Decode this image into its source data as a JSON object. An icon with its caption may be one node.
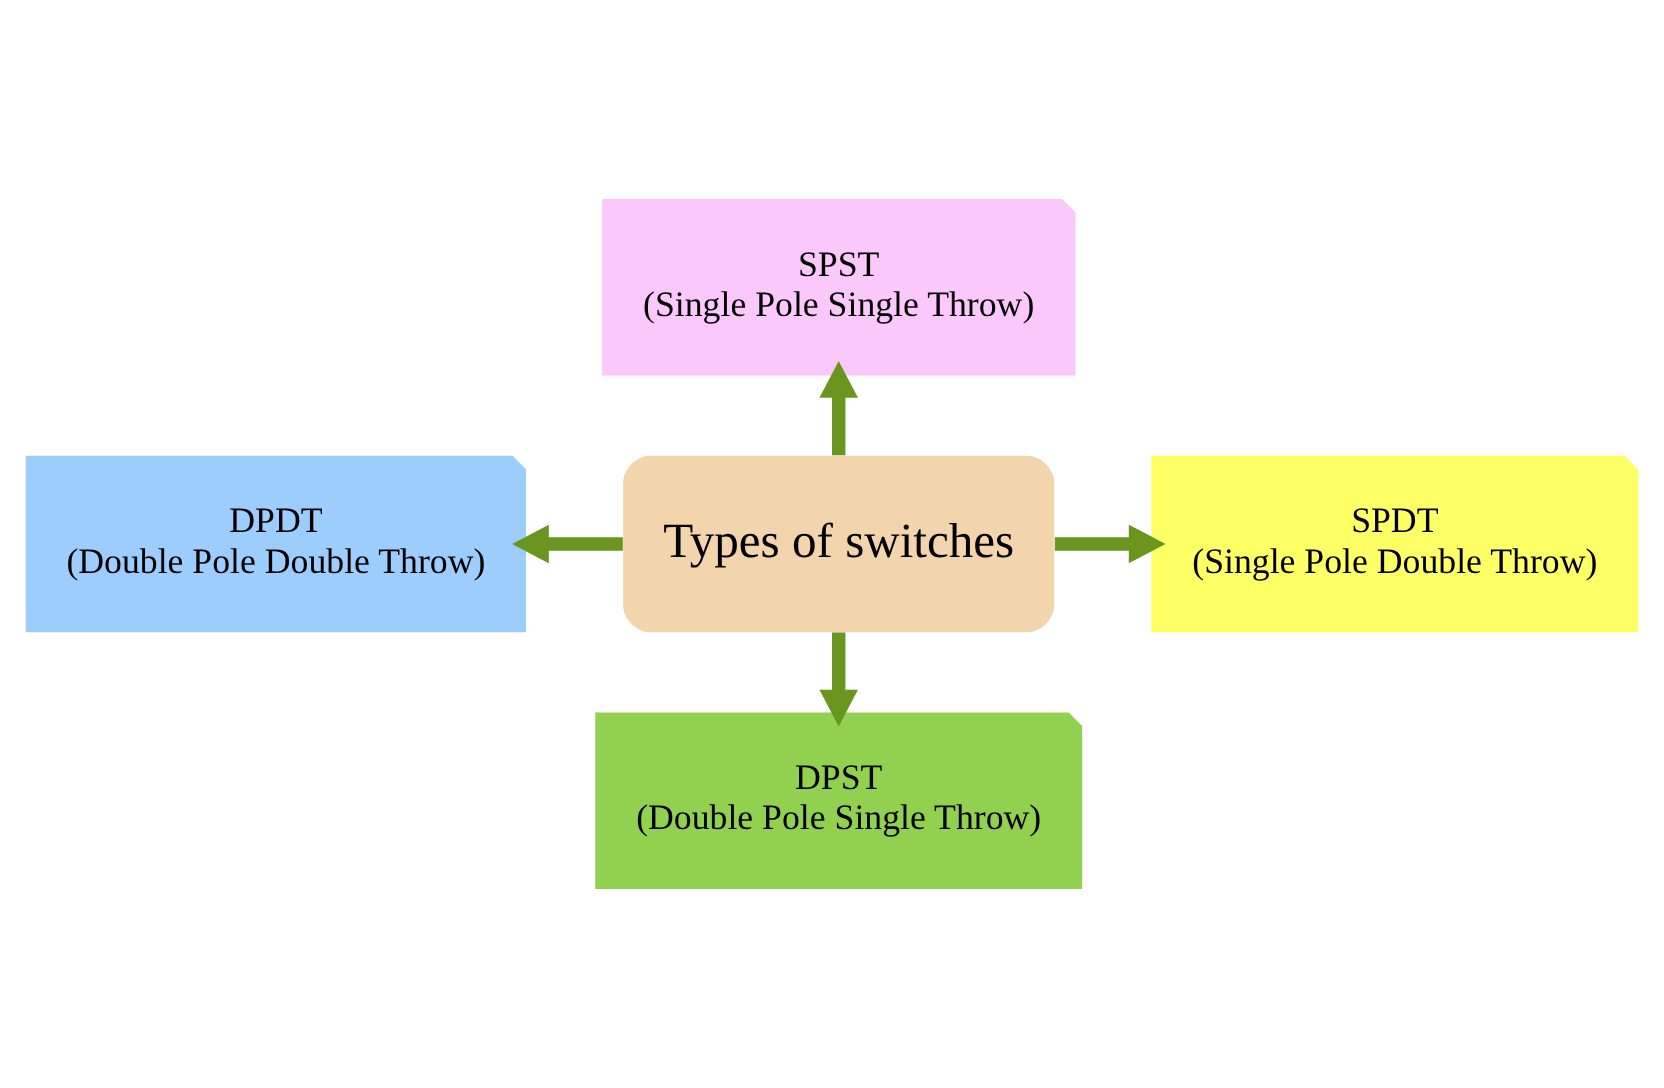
{
  "diagram": {
    "nodes": [
      {
        "text": [
          "Types of switches"
        ]
      },
      {
        "text": [
          "SPST",
          "(Single Pole Single Throw)"
        ]
      },
      {
        "text": [
          "DPDT",
          "(Double Pole Double Throw)"
        ]
      },
      {
        "text": [
          "SPDT",
          "(Single Pole Double Throw)"
        ]
      },
      {
        "text": [
          "DPST",
          "(Double Pole Single Throw)"
        ]
      }
    ],
    "edges": [
      {
        "from": 0,
        "to": 1,
        "arrow": "to"
      },
      {
        "from": 0,
        "to": 2,
        "arrow": "to"
      },
      {
        "from": 0,
        "to": 3,
        "arrow": "to"
      },
      {
        "from": 0,
        "to": 4,
        "arrow": "to"
      }
    ]
  }
}
